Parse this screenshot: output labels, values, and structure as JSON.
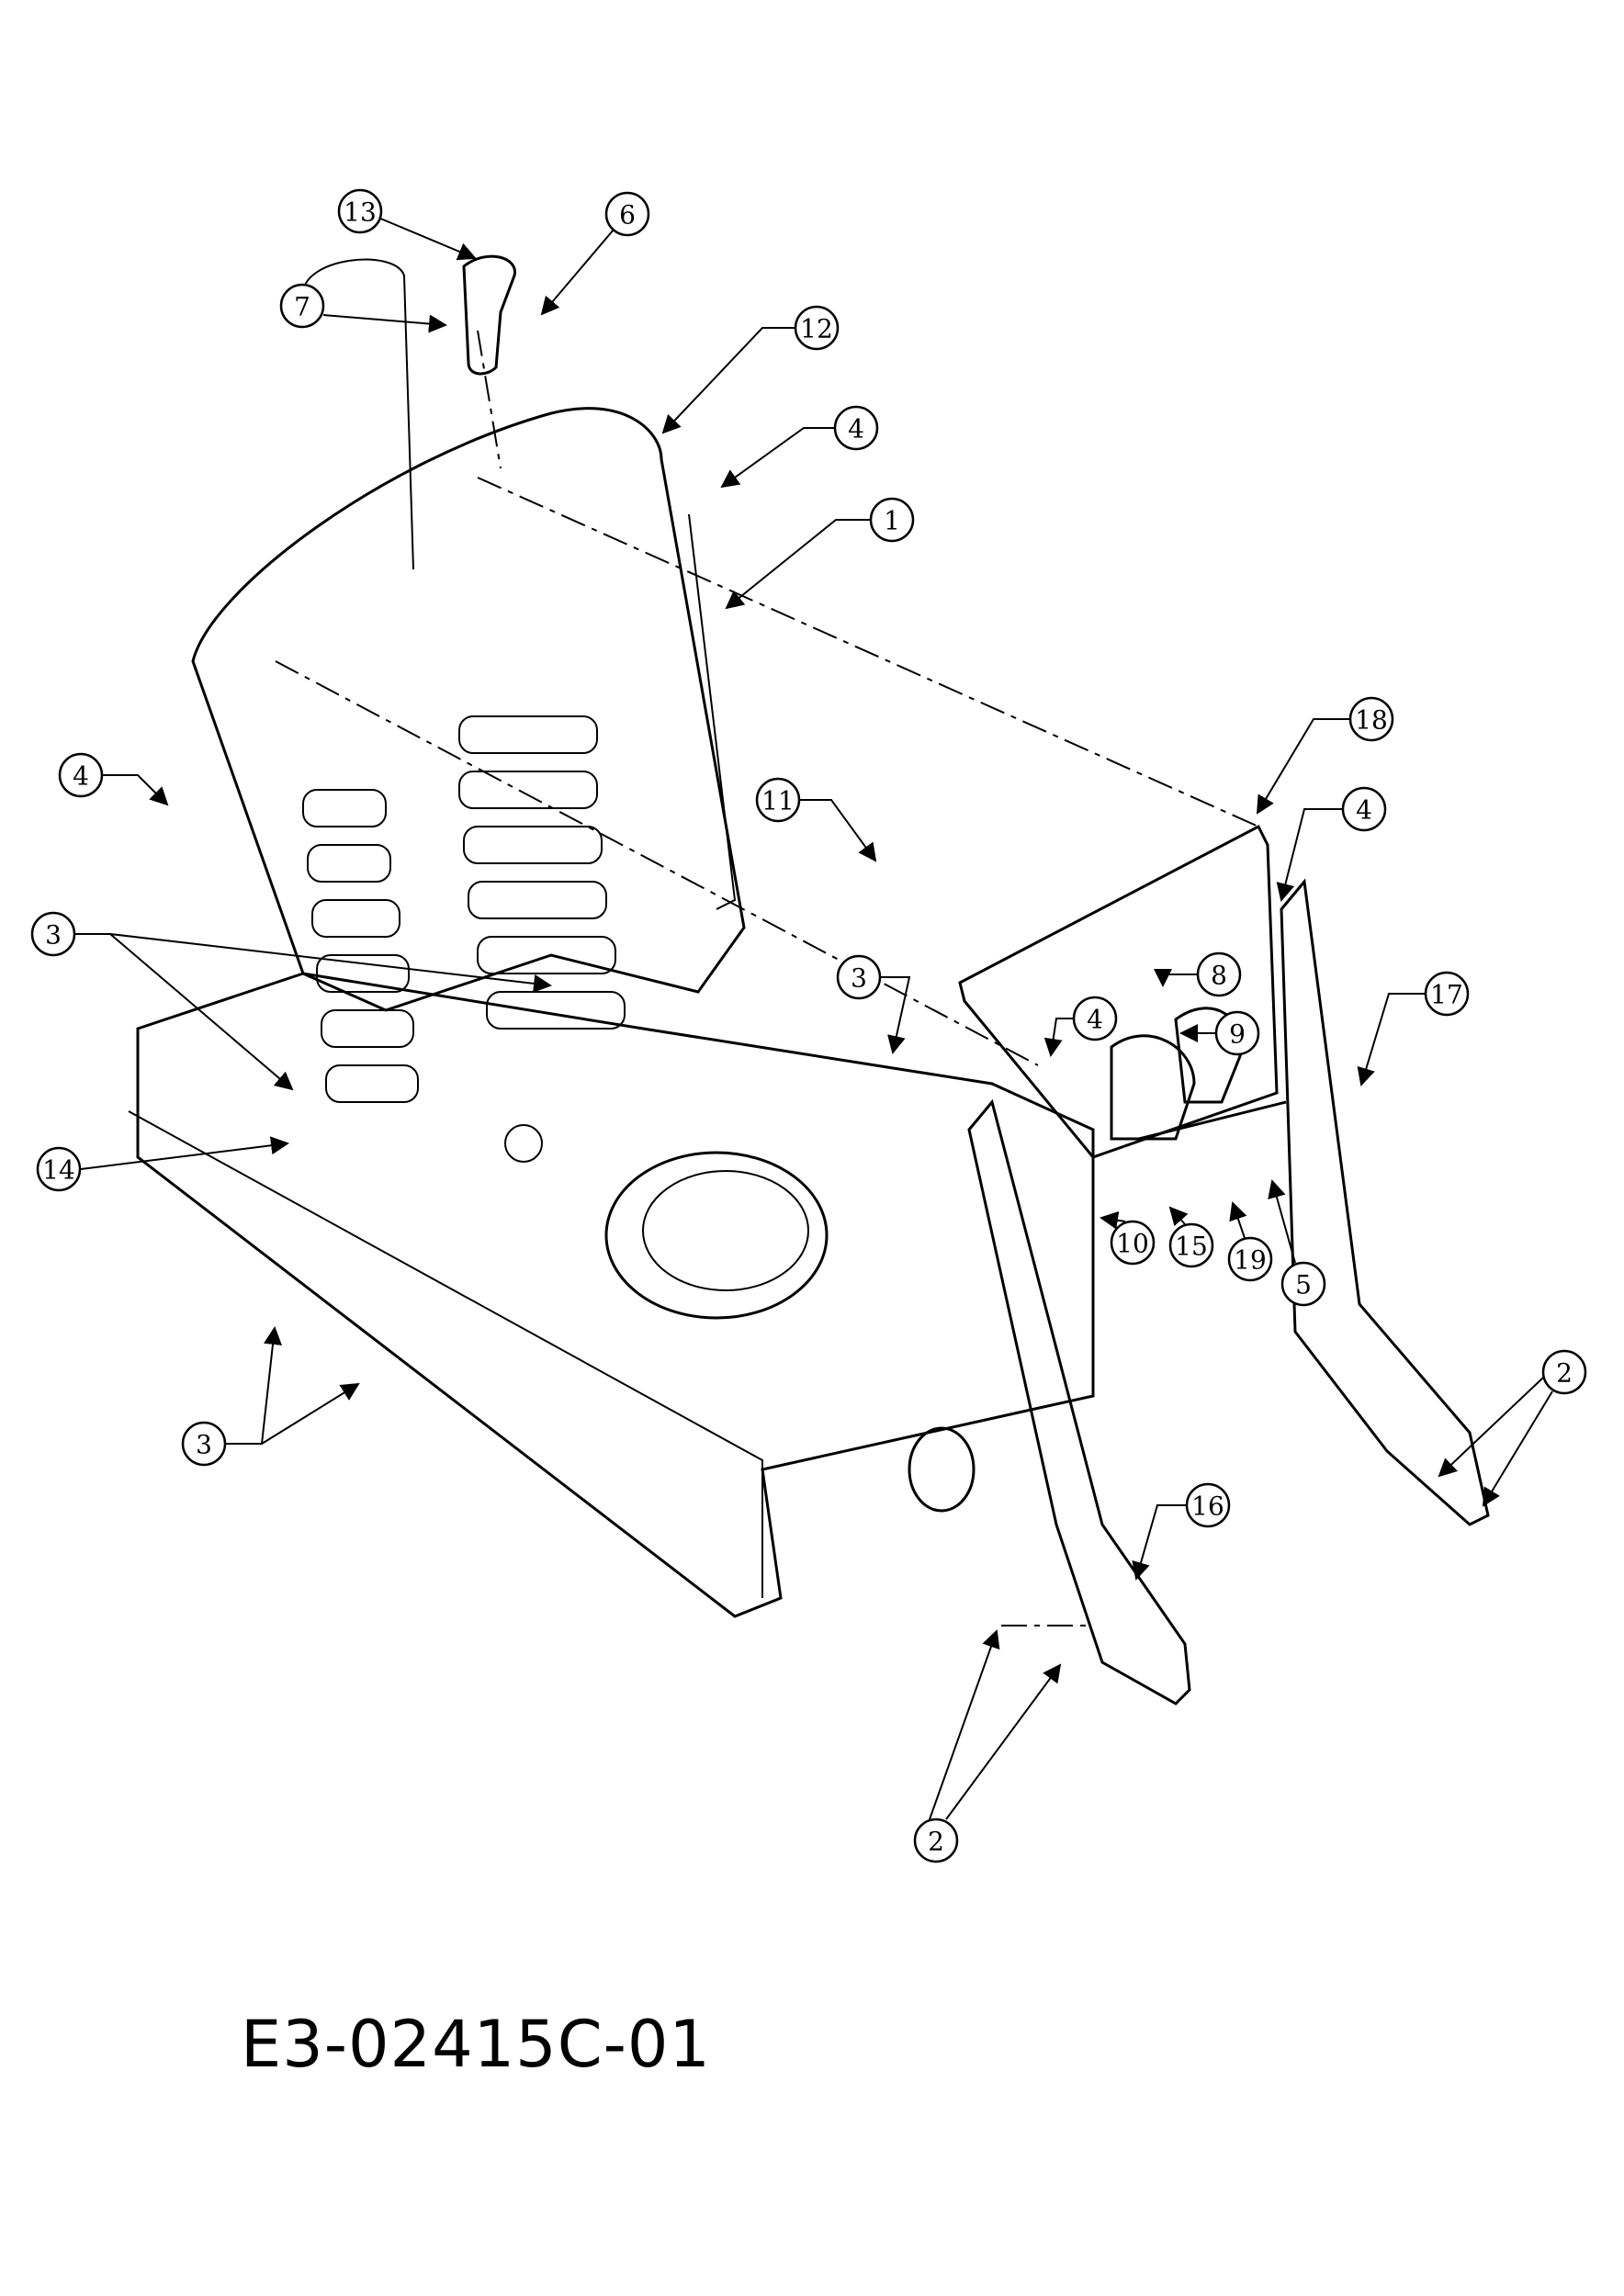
{
  "diagram": {
    "drawing_code": "E3-02415C-01",
    "callouts": [
      "13",
      "6",
      "7",
      "12",
      "4",
      "1",
      "18",
      "4",
      "11",
      "4",
      "3",
      "3",
      "8",
      "17",
      "4",
      "9",
      "14",
      "10",
      "15",
      "19",
      "5",
      "2",
      "3",
      "16",
      "2"
    ]
  }
}
